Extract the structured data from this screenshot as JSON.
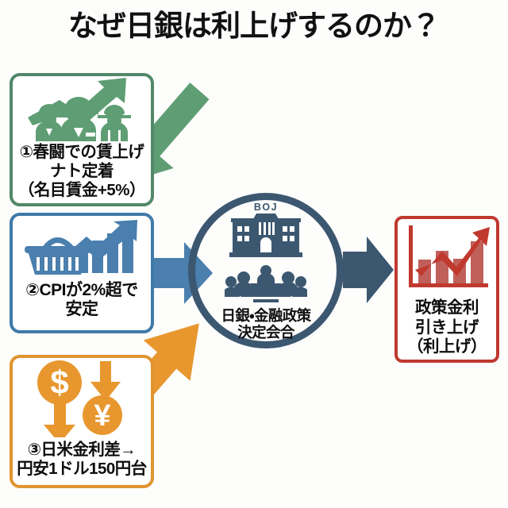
{
  "title": "なぜ日銀は利上げするのか？",
  "colors": {
    "background": "#fdfdfc",
    "green": "#52886a",
    "green_arrow": "#5f9e74",
    "blue": "#3f7aa8",
    "blue_arrow": "#4a7fae",
    "orange": "#e0942f",
    "orange_arrow": "#e8972e",
    "red": "#c0392f",
    "navy": "#3c5770",
    "text": "#0d0d0d"
  },
  "causes": [
    {
      "id": "wage-growth",
      "number": "①",
      "text": "①春闘での賃上げ\nナト定着\n（名目賃金+5%）",
      "icon": "workers-with-rising-arrow-icon",
      "color": "#52886a",
      "arrow": "green-diagonal-down-right-arrow"
    },
    {
      "id": "cpi-inflation",
      "number": "②",
      "text": "②CPIが2%超で\n安定",
      "icon": "shopping-basket-bar-chart-icon",
      "color": "#3f7aa8",
      "arrow": "blue-horizontal-right-arrow"
    },
    {
      "id": "rate-differential",
      "number": "③",
      "text": "③日米金利差→\n円安1ドル150円台",
      "icon": "dollar-yen-coins-down-arrows-icon",
      "color": "#e0942f",
      "arrow": "orange-diagonal-up-right-arrow"
    }
  ],
  "center": {
    "badge": "BOJ",
    "text": "日銀・金融政策\n決定会合",
    "icons": [
      "boj-building-icon",
      "meeting-table-people-icon"
    ],
    "color": "#3c5770"
  },
  "result": {
    "id": "policy-rate-hike",
    "text": "政策金利\n引き上げ\n（利上げ）",
    "icon": "red-rising-bar-chart-arrow-icon",
    "color": "#c0392f",
    "arrow": "navy-horizontal-right-arrow"
  }
}
